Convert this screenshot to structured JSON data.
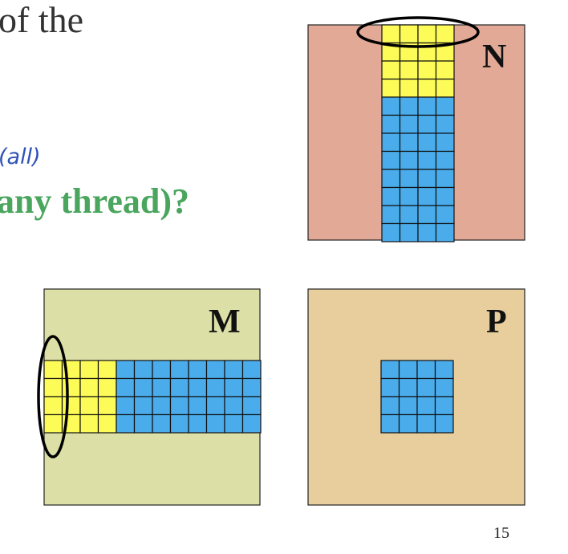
{
  "slide": {
    "title_fragment": "of the",
    "annotation": "(all)",
    "question_fragment": "any thread)?",
    "page_number": "15"
  },
  "matrices": {
    "n": {
      "label": "N",
      "color": "#e2a996"
    },
    "m": {
      "label": "M",
      "color": "#dde0a6"
    },
    "p": {
      "label": "P",
      "color": "#e8ce9c"
    }
  },
  "tiles": {
    "loaded_color": "#fcfb57",
    "pending_color": "#4aacea",
    "n_strip": {
      "columns": 4,
      "yellow_rows": 4,
      "blue_rows": 8
    },
    "m_strip": {
      "rows": 4,
      "yellow_columns": 4,
      "blue_columns": 8
    },
    "p_block": {
      "rows": 4,
      "columns": 4
    }
  }
}
